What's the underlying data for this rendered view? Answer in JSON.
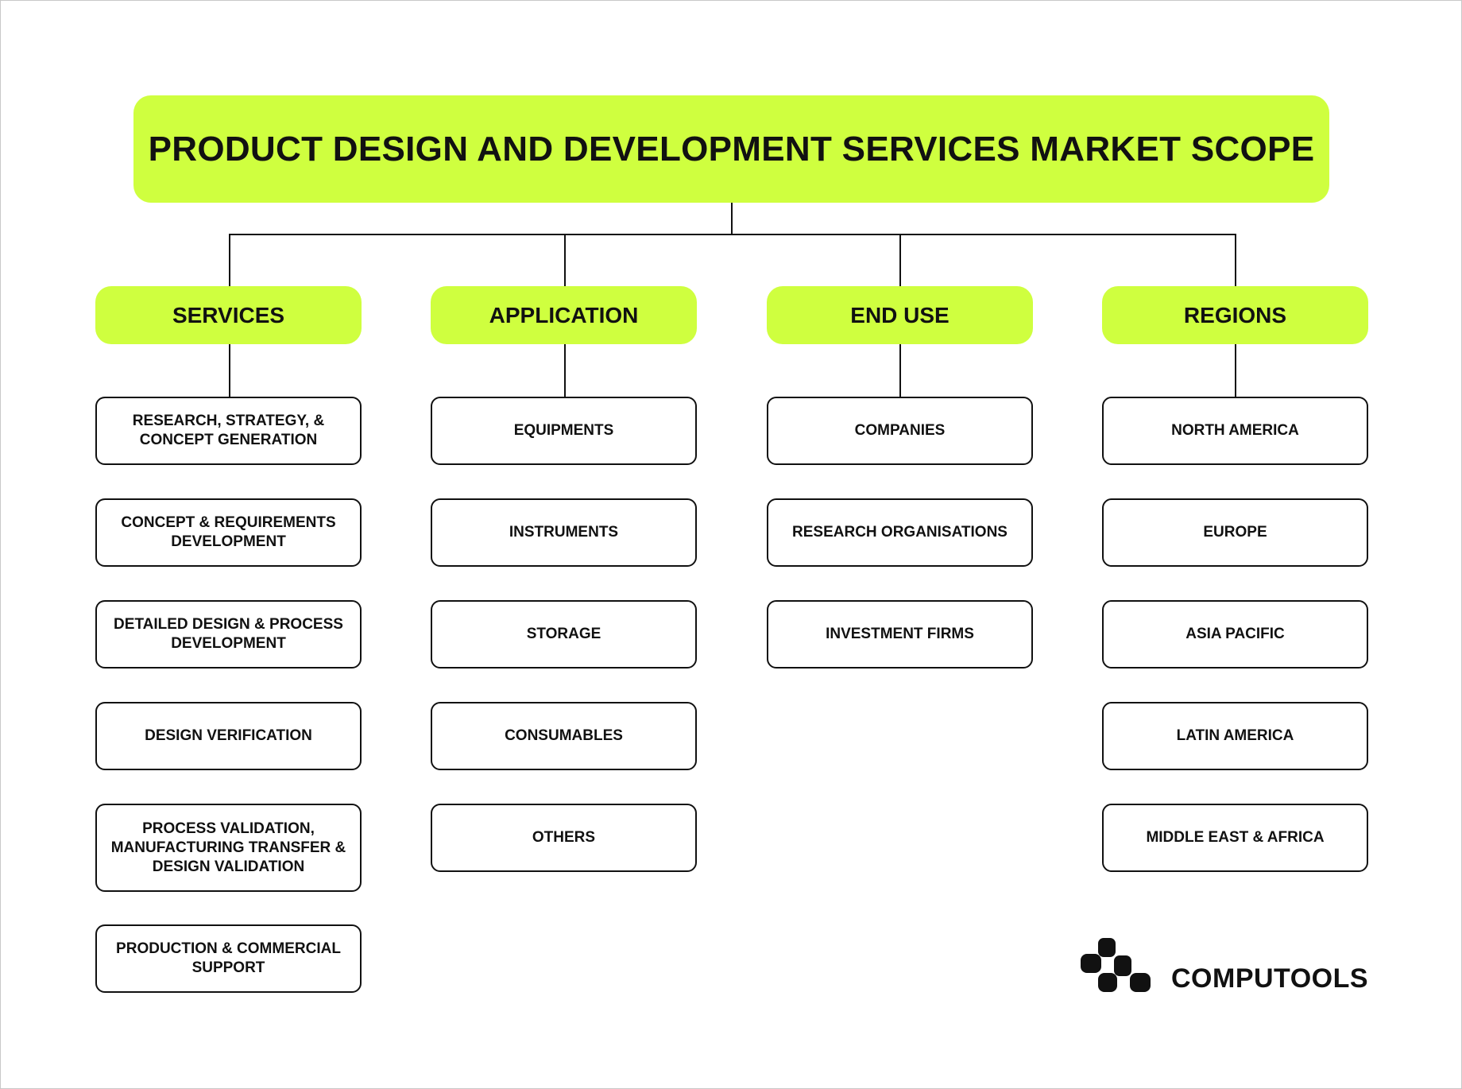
{
  "title": "PRODUCT DESIGN AND DEVELOPMENT SERVICES MARKET SCOPE",
  "colors": {
    "accent": "#cfff3f",
    "line": "#111111",
    "background": "#ffffff"
  },
  "categories": [
    {
      "label": "SERVICES",
      "items": [
        "RESEARCH, STRATEGY, &\nCONCEPT GENERATION",
        "CONCEPT & REQUIREMENTS\nDEVELOPMENT",
        "DETAILED DESIGN & PROCESS\nDEVELOPMENT",
        "DESIGN VERIFICATION",
        "PROCESS VALIDATION,\nMANUFACTURING TRANSFER &\nDESIGN VALIDATION",
        "PRODUCTION & COMMERCIAL\nSUPPORT"
      ]
    },
    {
      "label": "APPLICATION",
      "items": [
        "EQUIPMENTS",
        "INSTRUMENTS",
        "STORAGE",
        "CONSUMABLES",
        "OTHERS"
      ]
    },
    {
      "label": "END USE",
      "items": [
        "COMPANIES",
        "RESEARCH ORGANISATIONS",
        "INVESTMENT FIRMS"
      ]
    },
    {
      "label": "REGIONS",
      "items": [
        "NORTH AMERICA",
        "EUROPE",
        "ASIA PACIFIC",
        "LATIN AMERICA",
        "MIDDLE EAST & AFRICA"
      ]
    }
  ],
  "logo": {
    "icon": "computools-logo-icon",
    "text": "COMPUTOOLS"
  }
}
